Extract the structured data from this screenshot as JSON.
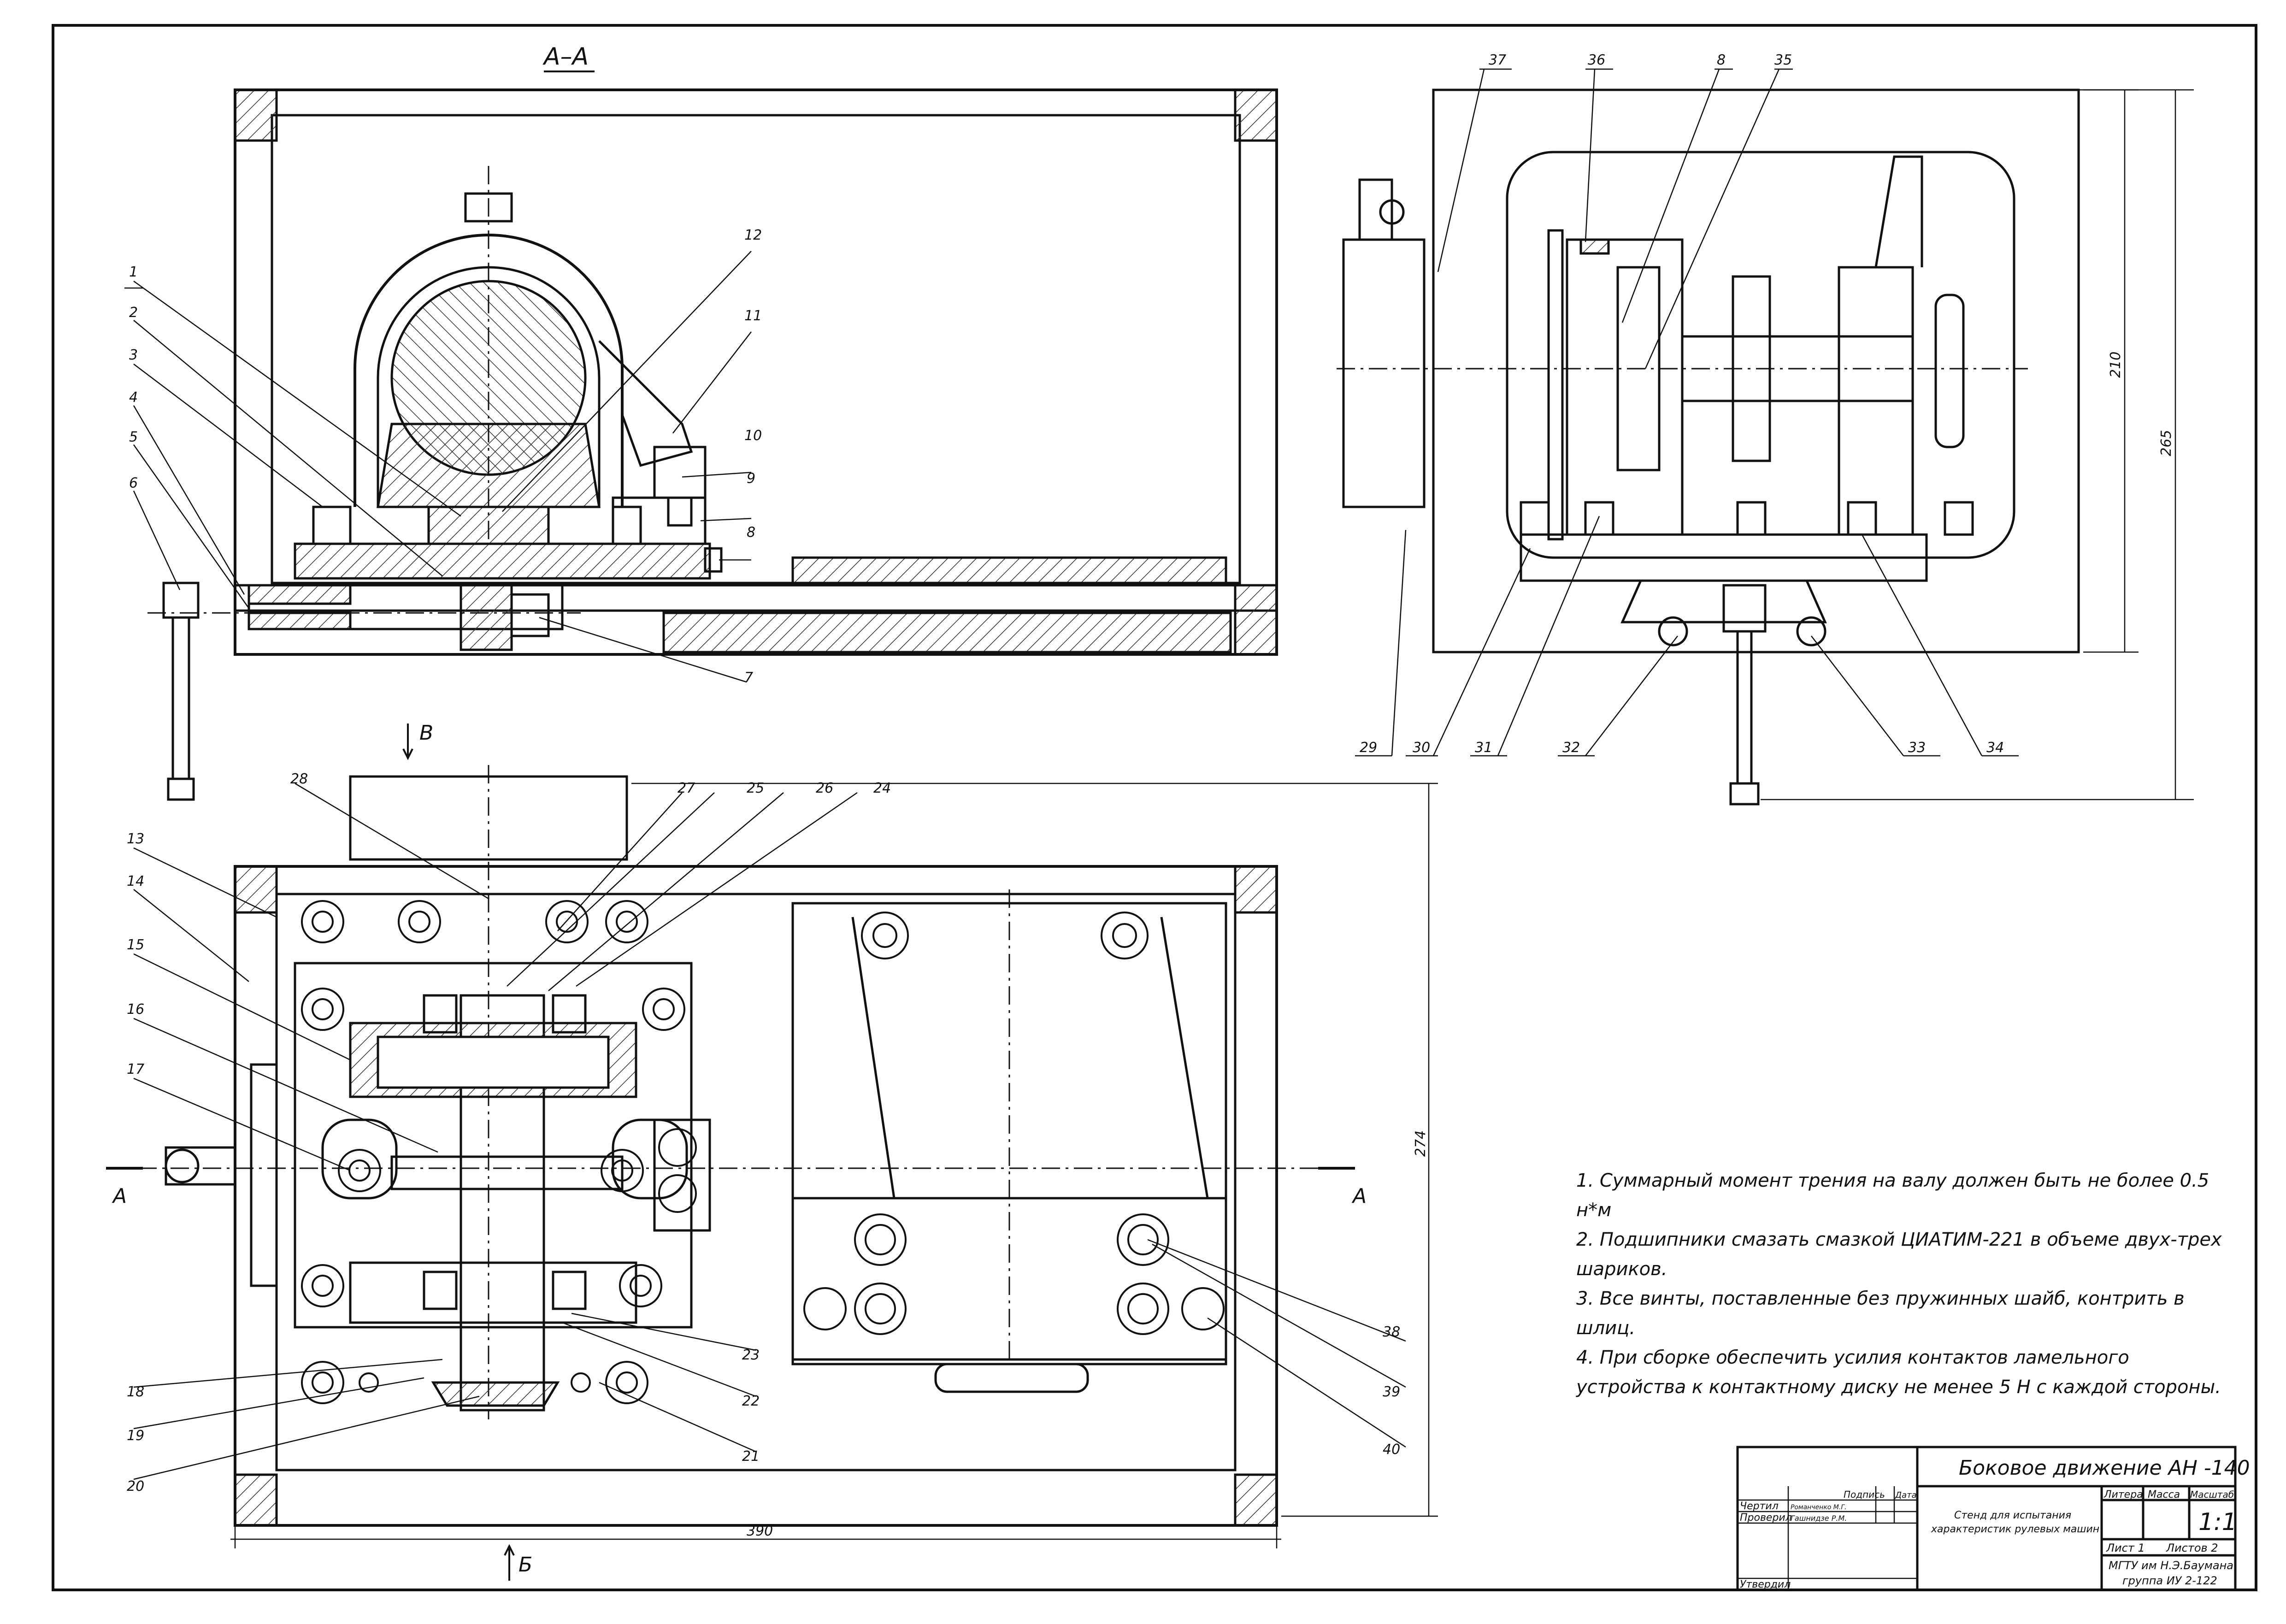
{
  "drawing": {
    "section_label": "A–A",
    "view_label_b_top": "В",
    "view_label_b_bottom": "Б",
    "section_mark_left": "А",
    "section_mark_right": "А",
    "top_callouts": [
      "1",
      "2",
      "3",
      "4",
      "5",
      "6",
      "7",
      "8",
      "9",
      "10",
      "11",
      "12"
    ],
    "plan_callouts": [
      "13",
      "14",
      "15",
      "16",
      "17",
      "18",
      "19",
      "20",
      "21",
      "22",
      "23",
      "24",
      "25",
      "26",
      "27",
      "28"
    ],
    "plan_right_callouts": [
      "38",
      "39",
      "40"
    ],
    "side_callouts_top": [
      "37",
      "36",
      "8",
      "35"
    ],
    "side_callouts_bottom": [
      "29",
      "30",
      "31",
      "32",
      "33",
      "34"
    ],
    "dimensions": {
      "width_plan": "390",
      "height_plan": "274",
      "side_height_1": "210",
      "side_height_2": "265"
    }
  },
  "notes": [
    "1. Суммарный момент трения на валу должен быть не более 0.5 н*м",
    "2. Подшипники смазать смазкой ЦИАТИМ-221 в объеме двух-трех шариков.",
    "3. Все винты, поставленные без пружинных шайб, контрить в шлиц.",
    "4. При сборке обеспечить усилия контактов ламельного устройства к контактному диску не менее 5 Н с каждой стороны."
  ],
  "title_block": {
    "title": "Боковое движение АН -140",
    "subtitle_line1": "Стенд для испытания",
    "subtitle_line2": "характеристик рулевых машин",
    "row_drawn": "Чертил",
    "row_checked": "Проверил",
    "row_approved": "Утвердил",
    "drawn_by": "Романченко М.Г.",
    "checked_by": "Гашнидзе Р.М.",
    "col_sign": "Подпись",
    "col_date": "Дата",
    "col_litera": "Литера",
    "col_mass": "Масса",
    "col_scale": "Масштаб",
    "scale": "1:1",
    "sheet": "Лист 1",
    "sheets": "Листов 2",
    "org_line1": "МГТУ им Н.Э.Баумана",
    "org_line2": "группа ИУ 2-122"
  }
}
